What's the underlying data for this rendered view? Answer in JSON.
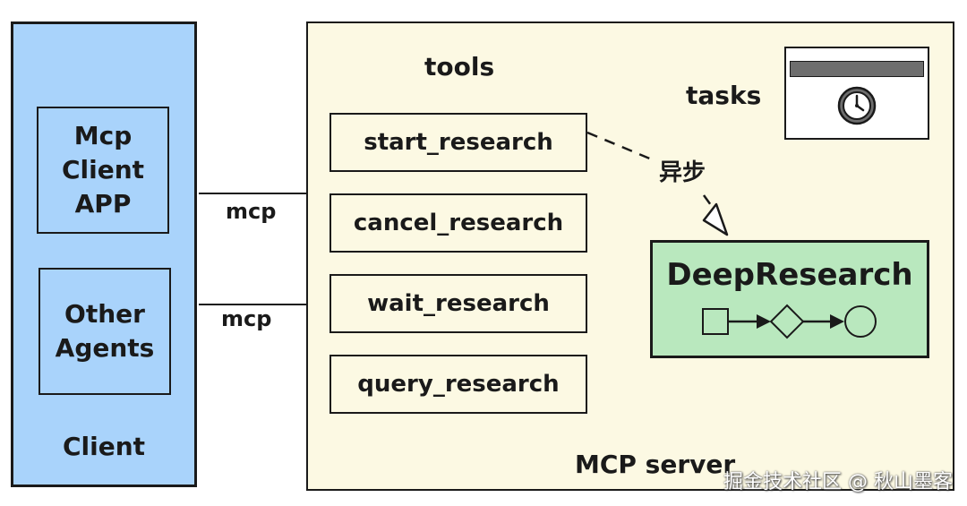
{
  "client": {
    "app_box_label": "Mcp\nClient\nAPP",
    "agents_box_label": "Other\nAgents",
    "panel_label": "Client",
    "fill_color": "#a9d3fb"
  },
  "connectors": {
    "mcp_label_1": "mcp",
    "mcp_label_2": "mcp",
    "async_label": "异步"
  },
  "server": {
    "tools_label": "tools",
    "tools": [
      {
        "name": "start_research"
      },
      {
        "name": "cancel_research"
      },
      {
        "name": "wait_research"
      },
      {
        "name": "query_research"
      }
    ],
    "tasks_label": "tasks",
    "tasks_icon": "clock-icon",
    "deep_research_title": "DeepResearch",
    "flow_icons": [
      "square-icon",
      "arrow-right-icon",
      "diamond-icon",
      "arrow-right-icon",
      "circle-icon"
    ],
    "panel_label": "MCP server",
    "fill_color": "#fcf9e3",
    "deep_research_color": "#b9e8be"
  },
  "watermark": "掘金技术社区 @ 秋山墨客"
}
